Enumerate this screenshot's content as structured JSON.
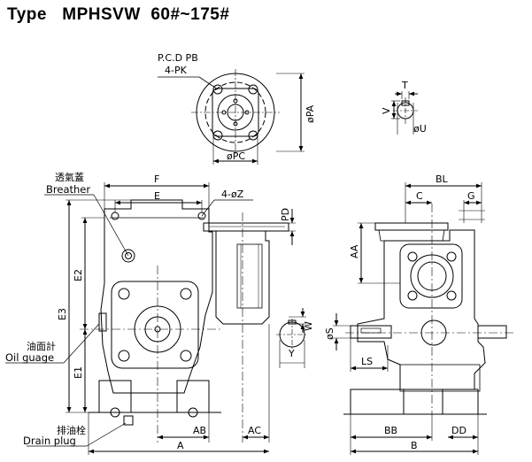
{
  "title": "Type   MPHSVW  60#~175#",
  "labels": {
    "pcd": "P.C.D  PB",
    "pk": "4-PK",
    "pa": "øPA",
    "pc": "øPC",
    "t": "T",
    "v": "V",
    "u": "øU",
    "breather_cn": "透氣蓋",
    "breather": "Breather",
    "f": "F",
    "e": "E",
    "z": "4-øZ",
    "pd": "PD",
    "e2": "E2",
    "e3": "E3",
    "e1": "E1",
    "oil_cn": "油面計",
    "oil": "Oil  guage",
    "drain_cn": "排油栓",
    "drain": "Drain  plug",
    "ab": "AB",
    "ac": "AC",
    "a": "A",
    "w": "W",
    "y": "Y",
    "bl": "BL",
    "c": "C",
    "g": "G",
    "aa": "AA",
    "s": "øS",
    "ls": "LS",
    "bb": "BB",
    "dd": "DD",
    "b": "B"
  }
}
